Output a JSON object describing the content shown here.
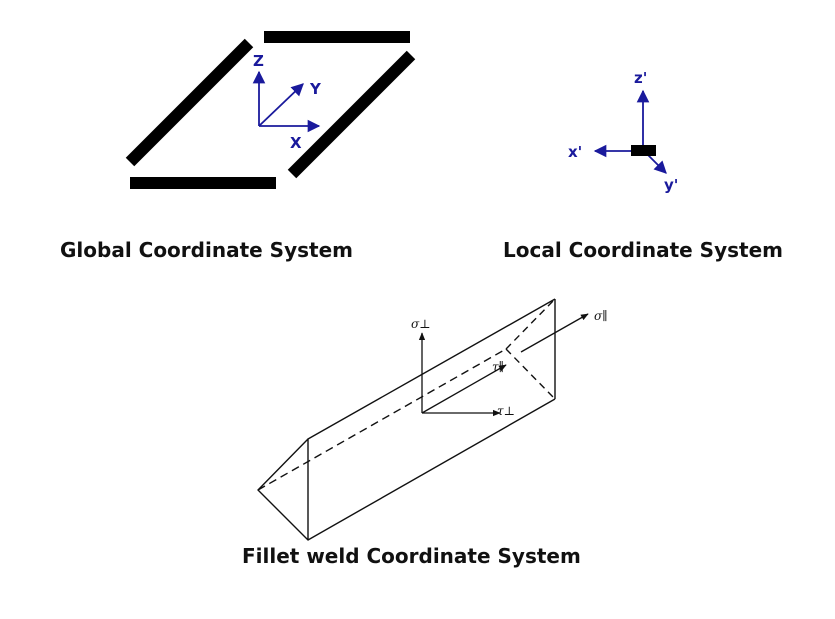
{
  "captions": {
    "global": "Global Coordinate System",
    "local": "Local Coordinate System",
    "fillet": "Fillet weld Coordinate System"
  },
  "global_axes": {
    "z": "Z",
    "y": "Y",
    "x": "X"
  },
  "local_axes": {
    "z": "z'",
    "x": "x'",
    "y": "y'"
  },
  "weld_labels": {
    "sigma_perp": "σ⊥",
    "sigma_par": "σ∥",
    "tau_par": "τ∥",
    "tau_perp": "τ⊥"
  },
  "colors": {
    "axis": "#1a1a9c",
    "plate": "#000000",
    "line": "#111111"
  }
}
